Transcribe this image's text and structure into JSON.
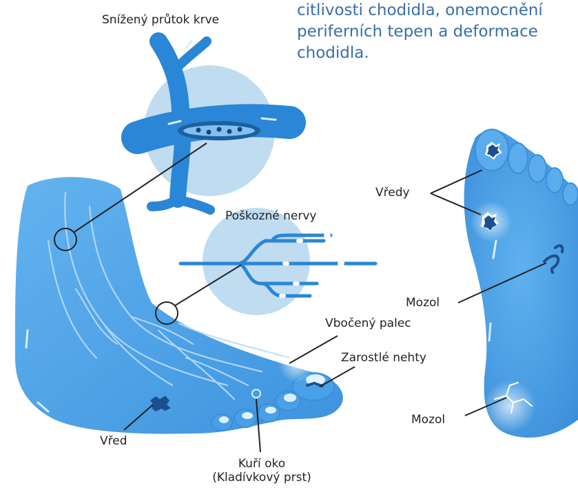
{
  "colors": {
    "heading": "#3a6ea8",
    "skin": "#4fa3e8",
    "skin_dark": "#2f7fd0",
    "skin_light": "#9fd0f4",
    "vein": "#b8dcf7",
    "bubble": "#bfdcf1",
    "vessel": "#2a86d6",
    "leader": "#222222"
  },
  "heading": {
    "line1": "citlivosti chodidla, onemocnění",
    "line2": "periferních tepen a deformace",
    "line3": "chodidla."
  },
  "labels": {
    "blood_flow": "Snížený průtok krve",
    "nerves": "Poškozné nervy",
    "ulcers": "Vředy",
    "callus_mid": "Mozol",
    "bunion": "Vbočený palec",
    "ingrown_nails": "Zarostlé nehty",
    "callus_heel": "Mozol",
    "ulcer": "Vřed",
    "corn": "Kuří oko",
    "hammer_toe": "(Kladívkový prst)"
  }
}
